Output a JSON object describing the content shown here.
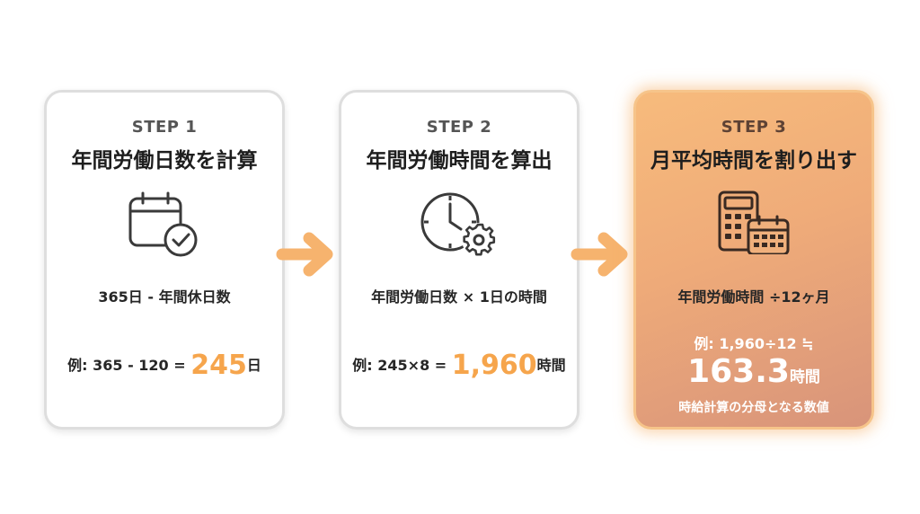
{
  "steps": [
    {
      "label": "STEP 1",
      "title": "年間労働日数を計算",
      "icon": "calendar-check-icon",
      "formula": "365日 - 年間休日数",
      "example_prefix": "例: 365 - 120 = ",
      "example_value": "245",
      "example_unit": "日"
    },
    {
      "label": "STEP 2",
      "title": "年間労働時間を算出",
      "icon": "clock-gear-icon",
      "formula": "年間労働日数 × 1日の時間",
      "example_prefix": "例: 245×8 = ",
      "example_value": "1,960",
      "example_unit": "時間"
    },
    {
      "label": "STEP 3",
      "title": "月平均時間を割り出す",
      "icon": "calculator-calendar-icon",
      "formula": "年間労働時間 ÷12ヶ月",
      "example": "例: 1,960÷12 ≒",
      "result_value": "163.3",
      "result_unit": "時間",
      "note": "時給計算の分母となる数値"
    }
  ],
  "colors": {
    "accent": "#f6a54c",
    "arrow": "#f6b36e",
    "card_border": "#dedede",
    "highlight_start": "#f7bb7c",
    "highlight_end": "#d8947a"
  }
}
